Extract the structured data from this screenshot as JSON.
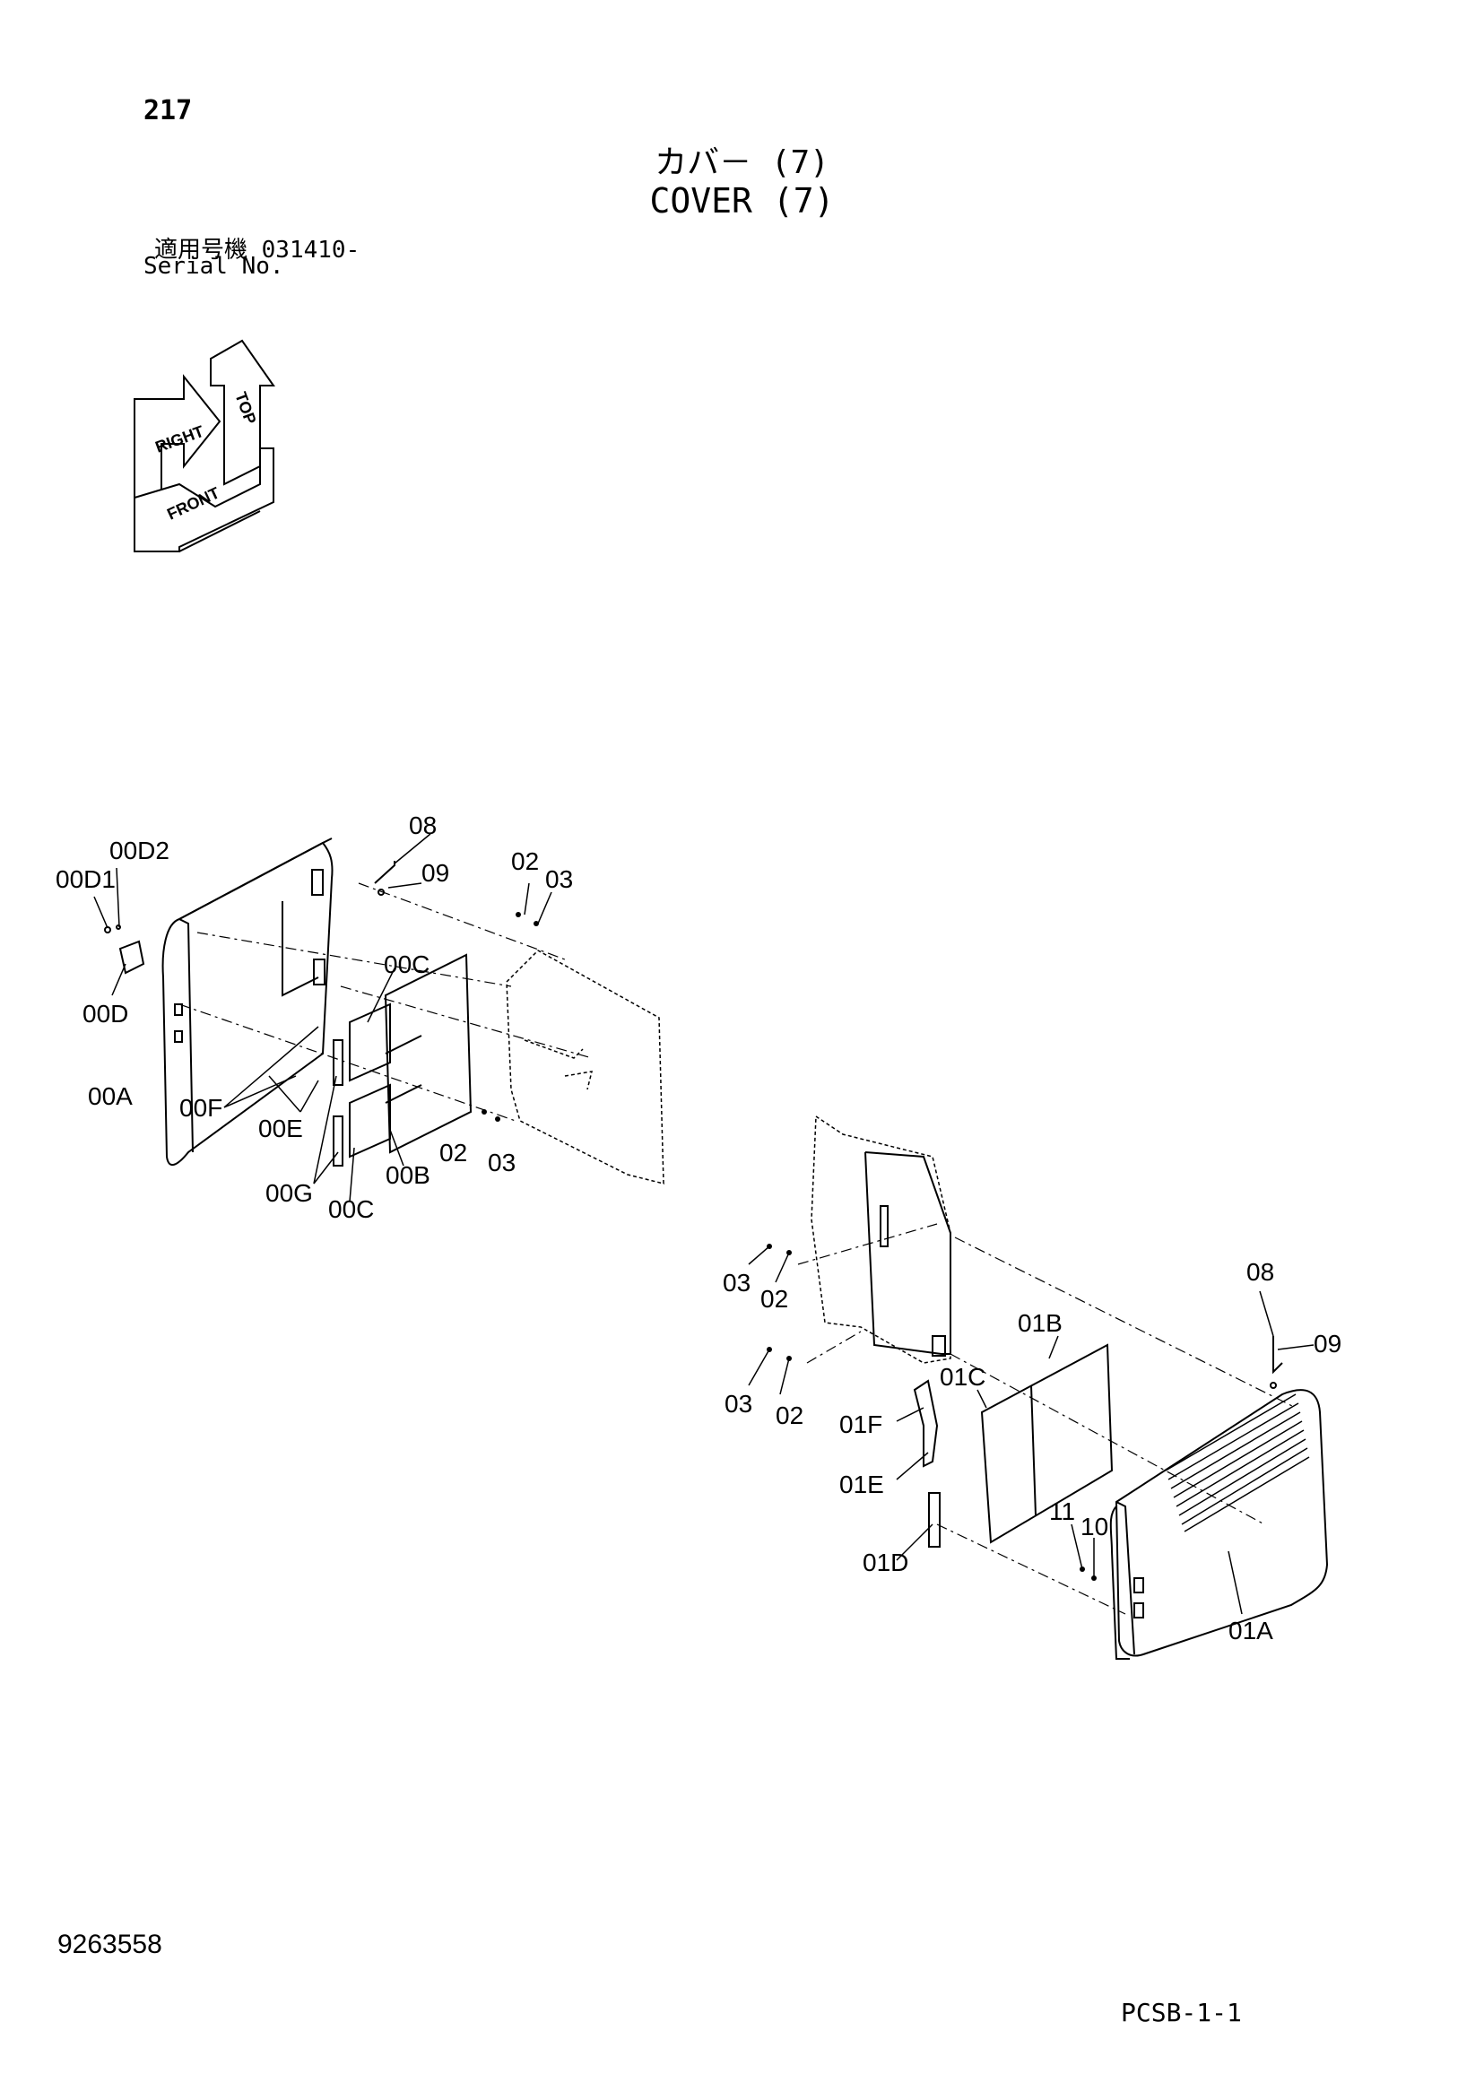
{
  "header": {
    "page_number": "217",
    "title_jp": "カバ－ (7)",
    "title_en": "COVER (7)",
    "serial_label_jp": "適用号機  031410-",
    "serial_label_en": "Serial No."
  },
  "orientation_icon": {
    "labels": {
      "top": "TOP",
      "right": "RIGHT",
      "front": "FRONT"
    }
  },
  "left_assembly": {
    "callouts": {
      "c_00D2": "00D2",
      "c_00D1": "00D1",
      "c_00D": "00D",
      "c_00A": "00A",
      "c_00F": "00F",
      "c_00E": "00E",
      "c_00G": "00G",
      "c_00C_top": "00C",
      "c_00C_bottom": "00C",
      "c_00B": "00B",
      "c_08": "08",
      "c_09": "09",
      "c_02_top": "02",
      "c_03_top": "03",
      "c_02_bottom": "02",
      "c_03_bottom": "03"
    }
  },
  "right_assembly": {
    "callouts": {
      "c_03_a": "03",
      "c_02_a": "02",
      "c_03_b": "03",
      "c_02_b": "02",
      "c_01B": "01B",
      "c_01C": "01C",
      "c_01F": "01F",
      "c_01E": "01E",
      "c_01D": "01D",
      "c_08": "08",
      "c_09": "09",
      "c_11": "11",
      "c_10": "10",
      "c_01A": "01A"
    }
  },
  "footer": {
    "doc_number": "9263558",
    "ref_code": "PCSB-1-1"
  }
}
